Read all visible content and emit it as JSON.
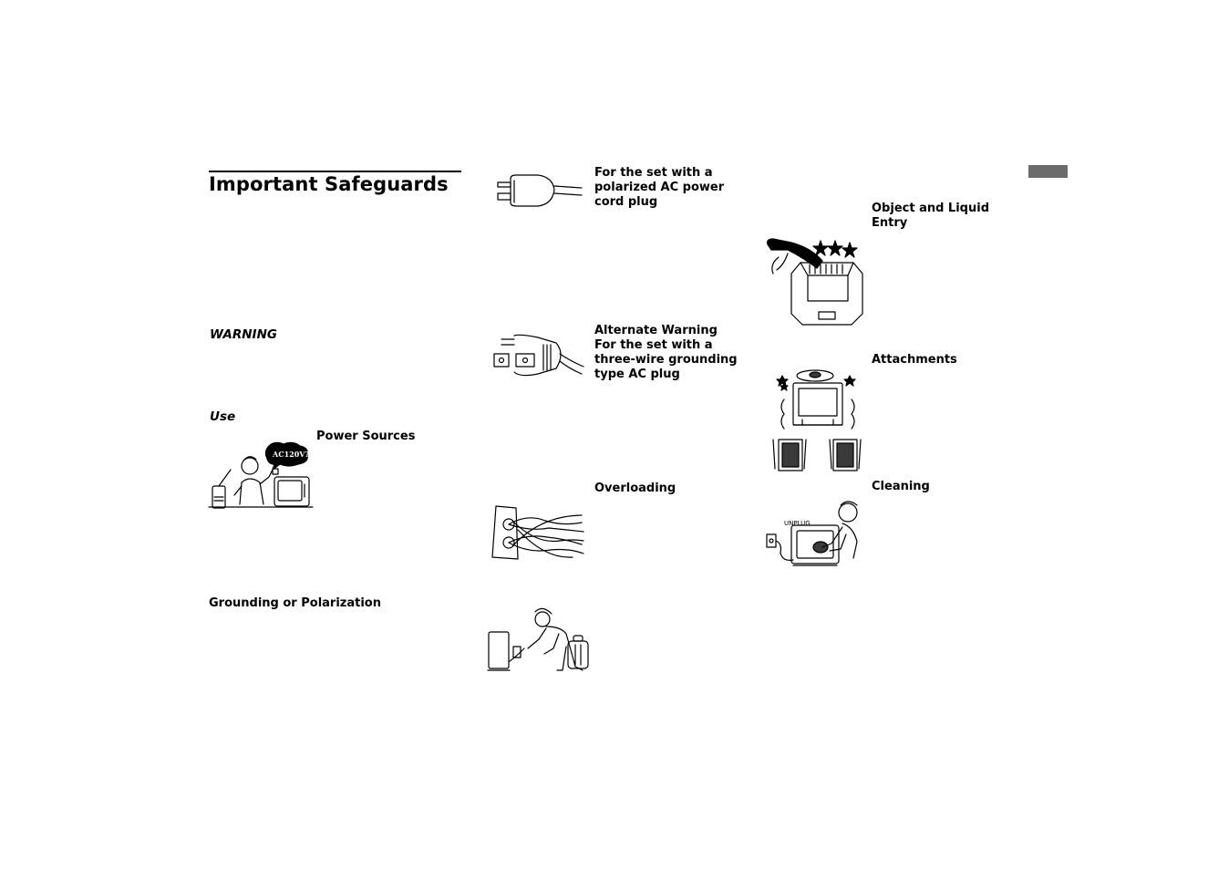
{
  "page": {
    "title": "Important Safeguards",
    "sections": {
      "warning": "WARNING",
      "use": "Use"
    },
    "headings": {
      "power_sources": "Power Sources",
      "grounding": "Grounding or Polarization",
      "polarized_plug": [
        "For the set with a",
        "polarized AC power",
        "cord plug"
      ],
      "alternate_warning": [
        "Alternate Warning",
        "For the set with a",
        "three-wire grounding",
        "type AC plug"
      ],
      "overloading": "Overloading",
      "object_liquid": [
        "Object and Liquid",
        "Entry"
      ],
      "attachments": "Attachments",
      "cleaning": "Cleaning"
    },
    "illustration_text": {
      "voltage_bubble": "AC120V?",
      "unplug": "UNPLUG"
    },
    "icons": [
      "polarized-plug-icon",
      "grounding-plug-icon",
      "overloaded-outlet-icon",
      "unplug-travel-icon",
      "liquid-spill-tv-icon",
      "attachments-tv-icon",
      "cleaning-tv-icon",
      "power-source-question-icon"
    ],
    "colors": {
      "text": "#000000",
      "rule": "#000000",
      "tab_marker": "#6b6b6b"
    }
  }
}
